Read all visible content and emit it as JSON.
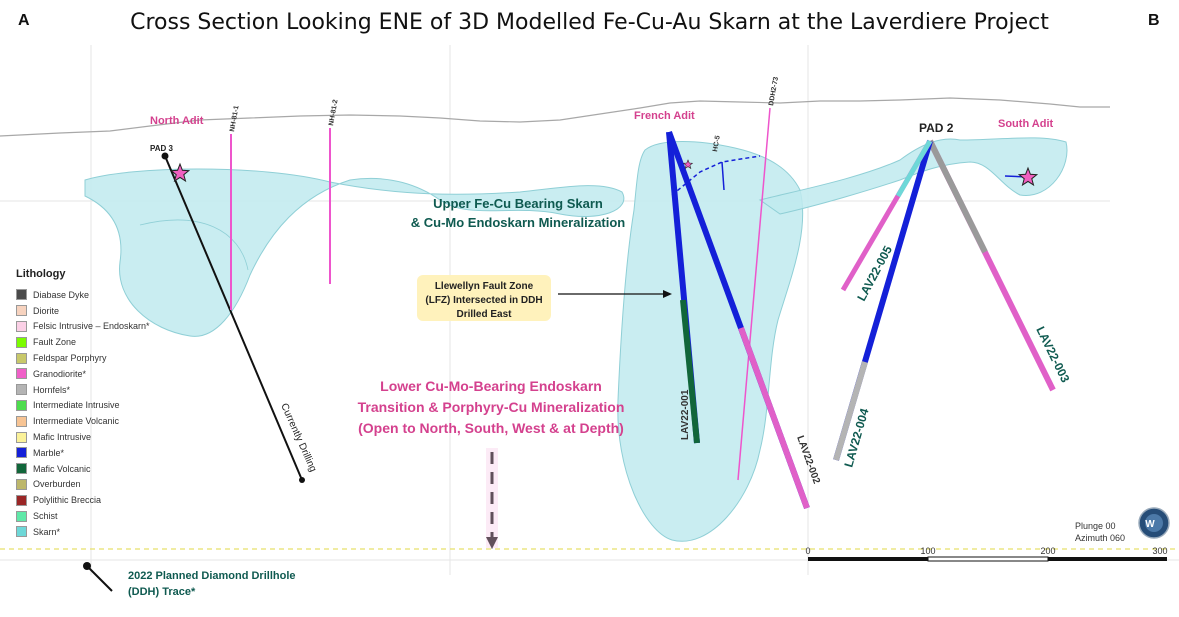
{
  "title": "Cross Section Looking ENE of 3D Modelled Fe-Cu-Au Skarn at the Laverdiere Project",
  "corner_a": "A",
  "corner_b": "B",
  "colors": {
    "skarn_fill": "#bfeaee",
    "skarn_stroke": "#8fcfd6",
    "topo": "#a8a8a8",
    "label_pink": "#d4418e",
    "label_teal": "#0f5a50",
    "callout_bg": "#fff1b8"
  },
  "labels": {
    "north_adit": "North Adit",
    "french_adit": "French Adit",
    "south_adit": "South Adit",
    "pad2": "PAD 2",
    "pad3": "PAD 3",
    "nh81_1": "NH-81-1",
    "nh81_2": "NH-81-2",
    "ddh273": "DDH2-73",
    "hc5": "HC-5",
    "lav001": "LAV22-001",
    "lav002": "LAV22-002",
    "lav003": "LAV22-003",
    "lav004": "LAV22-004",
    "lav005": "LAV22-005",
    "currently_drilling": "Currently Drilling"
  },
  "upper_zone": {
    "line1": "Upper Fe-Cu Bearing Skarn",
    "line2": "& Cu-Mo Endoskarn Mineralization"
  },
  "lower_zone": {
    "line1": "Lower Cu-Mo-Bearing Endoskarn",
    "line2": "Transition & Porphyry-Cu Mineralization",
    "line3": "(Open to North, South, West & at Depth)"
  },
  "fault_callout": {
    "line1": "Llewellyn  Fault Zone",
    "line2": "(LFZ) Intersected in DDH",
    "line3": "Drilled East"
  },
  "planned_ddh": {
    "line1": "2022 Planned Diamond Drillhole",
    "line2": "(DDH) Trace*"
  },
  "plunge_text": "Plunge 00",
  "azimuth_text": "Azimuth 060",
  "scale_ticks": [
    "0",
    "100",
    "200",
    "300"
  ],
  "compass_text": "W",
  "legend": {
    "title": "Lithology",
    "items": [
      {
        "label": "Diabase Dyke",
        "color": "#4a4a4a"
      },
      {
        "label": "Diorite",
        "color": "#f7d3bf"
      },
      {
        "label": "Felsic Intrusive – Endoskarn*",
        "color": "#fbd0e6"
      },
      {
        "label": "Fault Zone",
        "color": "#7cfc00"
      },
      {
        "label": "Feldspar Porphyry",
        "color": "#c8c86a"
      },
      {
        "label": "Granodiorite*",
        "color": "#f060c8"
      },
      {
        "label": "Hornfels*",
        "color": "#b4b4b4"
      },
      {
        "label": "Intermediate Intrusive",
        "color": "#4ddc4d"
      },
      {
        "label": "Intermediate Volcanic",
        "color": "#f7c494"
      },
      {
        "label": "Mafic Intrusive",
        "color": "#fbf29a"
      },
      {
        "label": "Marble*",
        "color": "#1420d8"
      },
      {
        "label": "Mafic Volcanic",
        "color": "#11663a"
      },
      {
        "label": "Overburden",
        "color": "#bdb76b"
      },
      {
        "label": "Polylithic Breccia",
        "color": "#9a2626"
      },
      {
        "label": "Schist",
        "color": "#5fe8a8"
      },
      {
        "label": "Skarn*",
        "color": "#6ed8d8"
      }
    ]
  }
}
